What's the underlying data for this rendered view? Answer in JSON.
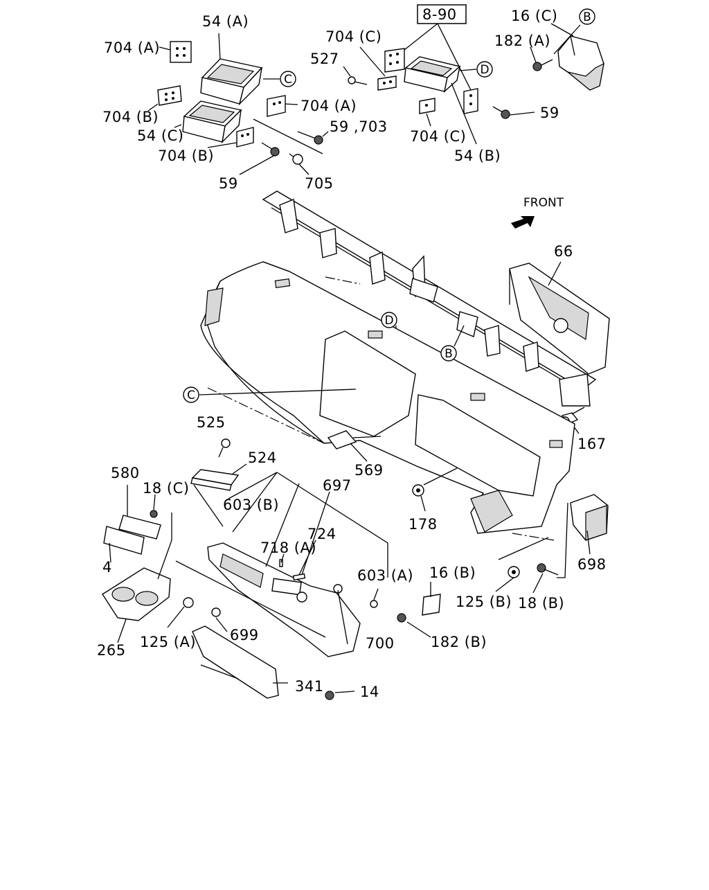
{
  "labels": {
    "l54a": "54 (A)",
    "l704a_top": "704 (A)",
    "l704b_top": "704 (B)",
    "l54c": "54 (C)",
    "l704a_mid": "704 (A)",
    "l59_703": "59 ,703",
    "l704b_mid": "704 (B)",
    "l59_left": "59",
    "l705": "705",
    "l890": "8-90",
    "l704c_top": "704 (C)",
    "l527": "527",
    "l704c_bot": "704 (C)",
    "l54b": "54 (B)",
    "l16c": "16 (C)",
    "l182a": "182 (A)",
    "l59_right": "59",
    "front": "FRONT",
    "l66": "66",
    "l167": "167",
    "l525": "525",
    "l524": "524",
    "l569": "569",
    "l580": "580",
    "l18c": "18 (C)",
    "l603b": "603 (B)",
    "l697": "697",
    "l178": "178",
    "l718a": "718 (A)",
    "l724": "724",
    "l603a": "603 (A)",
    "l16b": "16 (B)",
    "l4": "4",
    "l698": "698",
    "l125b": "125 (B)",
    "l18b": "18 (B)",
    "l265": "265",
    "l125a": "125 (A)",
    "l699": "699",
    "l700": "700",
    "l182b": "182 (B)",
    "l341": "341",
    "l14": "14"
  },
  "callouts": {
    "b_top": "B",
    "c_top": "C",
    "d_top": "D",
    "d_mid": "D",
    "b_mid": "B",
    "c_mid": "C"
  }
}
